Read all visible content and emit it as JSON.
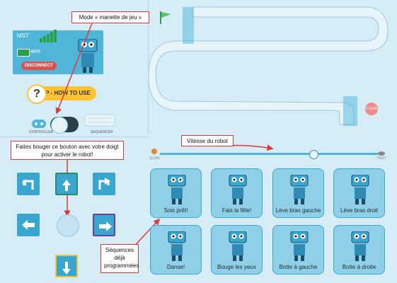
{
  "robot": {
    "name": "MST",
    "battery": "48%",
    "battery_level": 0.48,
    "disconnect_label": "DISCONNECT"
  },
  "help": {
    "label": "HELP - HOW TO USE",
    "icon": "question-icon"
  },
  "mode": {
    "left_label": "CONTROLLER",
    "right_label": "SEQUENCER",
    "state": "controller"
  },
  "speed": {
    "slow_label": "SLOW",
    "fast_label": "FAST",
    "value_fraction": 0.69
  },
  "track": {
    "clear_label": "CLEAR"
  },
  "annotations": {
    "mode": "Mode « manette de jeu »",
    "drag": "Faites bouger ce bouton avec votre doigt pour activer le robot!",
    "speed": "Vitesse du robot",
    "sequences": "Séquences déjà programmées"
  },
  "sequences": [
    {
      "label": "Sois prêt!"
    },
    {
      "label": "Fais la fête!"
    },
    {
      "label": "Lève bras gauche"
    },
    {
      "label": "Lève bras droit"
    },
    {
      "label": "Danse!"
    },
    {
      "label": "Bouge les yeux"
    },
    {
      "label": "Botte à gauche"
    },
    {
      "label": "Botte à droite"
    }
  ],
  "colors": {
    "accent": "#4fb6d9",
    "annotation_border": "#d93a3a",
    "help": "#ffc233"
  }
}
